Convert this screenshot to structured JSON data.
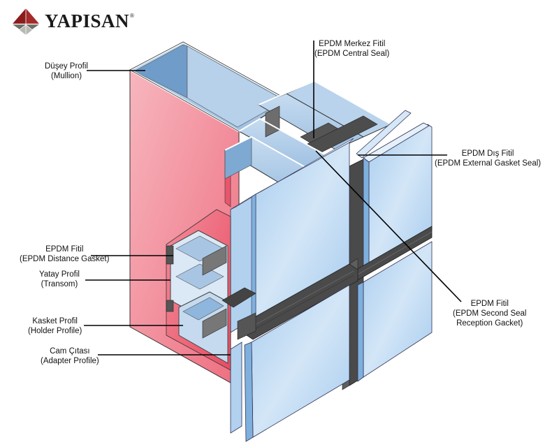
{
  "brand": {
    "name": "YAPISAN",
    "registered_mark": "®",
    "colors": {
      "dark_red": "#8b1c1c",
      "grey": "#6f6f6a",
      "light_grey": "#b8b8b2"
    }
  },
  "diagram": {
    "title": "Curtain wall system cross-section",
    "colors": {
      "mullion_face": "#f28a96",
      "mullion_face_light": "#f7b6be",
      "profile_blue": "#a9c9e6",
      "profile_blue_dark": "#6f9cc8",
      "glass": "#bcd9f2",
      "glass_edge": "#7fb0dd",
      "gasket": "#4a4a4a",
      "leader": "#000000"
    },
    "labels": [
      {
        "id": "mullion",
        "line1": "Düşey Profil",
        "line2": "(Mullion)"
      },
      {
        "id": "central-seal",
        "line1": "EPDM Merkez Fitil",
        "line2": "(EPDM Central Seal)"
      },
      {
        "id": "external-gasket",
        "line1": "EPDM Dış Fitil",
        "line2": "(EPDM External Gasket Seal)"
      },
      {
        "id": "distance-gasket",
        "line1": "EPDM Fitil",
        "line2": "(EPDM Distance Gasket)"
      },
      {
        "id": "transom",
        "line1": "Yatay Profil",
        "line2": "(Transom)"
      },
      {
        "id": "holder-profile",
        "line1": "Kasket Profil",
        "line2": "(Holder Profile)"
      },
      {
        "id": "adapter-profile",
        "line1": "Cam Çıtası",
        "line2": "(Adapter Profile)"
      },
      {
        "id": "second-seal",
        "line1": "EPDM Fitil",
        "line2": "(EPDM Second Seal",
        "line3": "Reception Gacket)"
      }
    ]
  }
}
